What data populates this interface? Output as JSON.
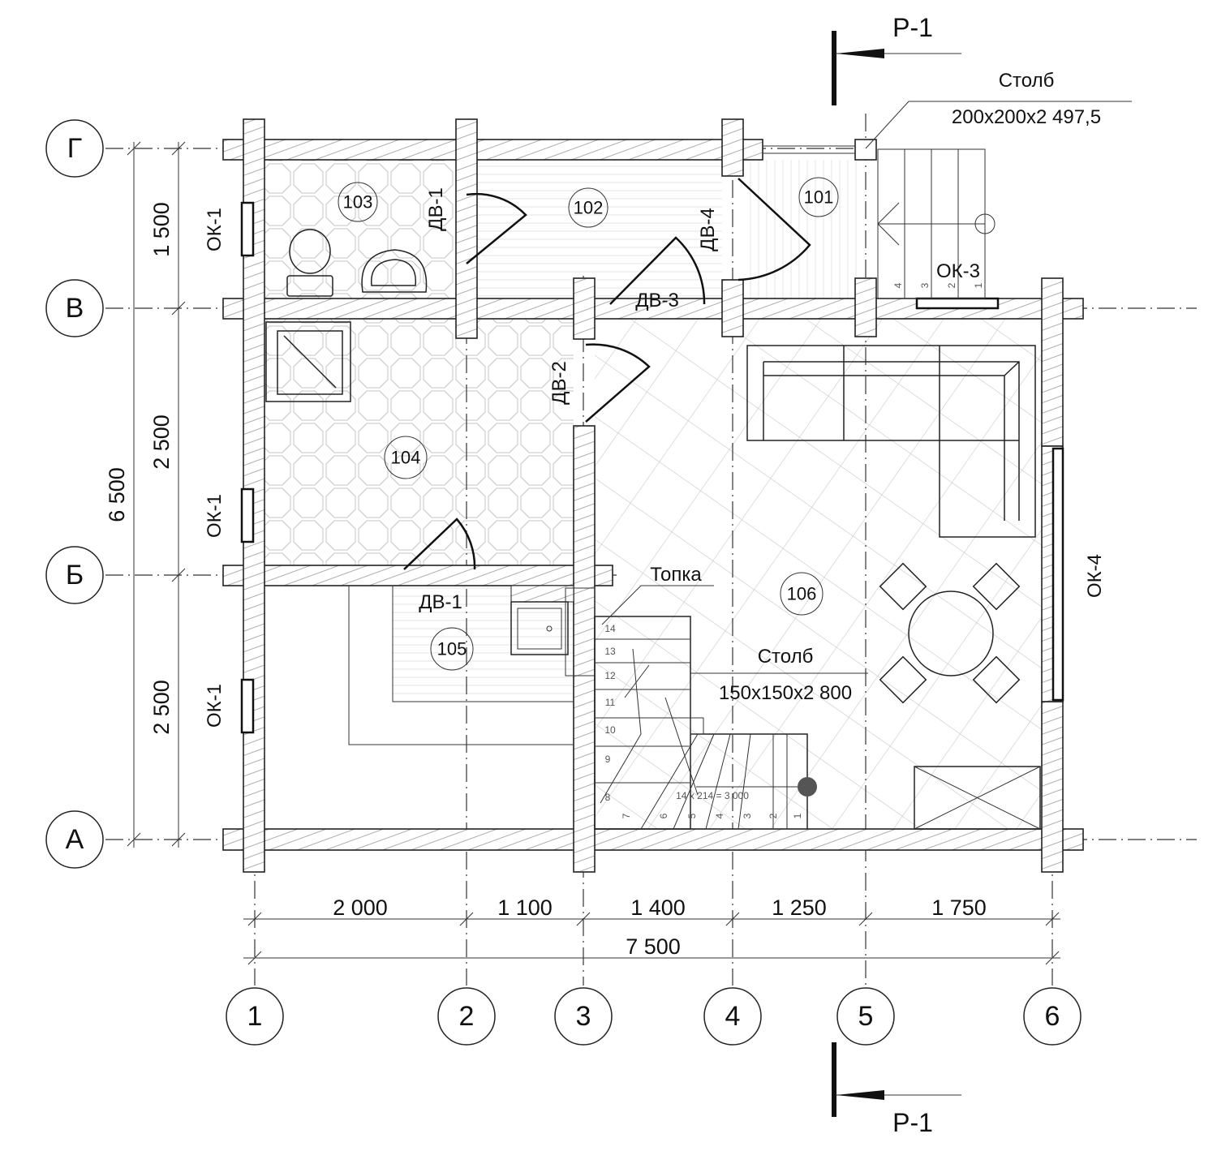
{
  "axes": {
    "rows": [
      "Г",
      "В",
      "Б",
      "А"
    ],
    "cols": [
      "1",
      "2",
      "3",
      "4",
      "5",
      "6"
    ]
  },
  "dimensions": {
    "vertical": [
      "1 500",
      "2 500",
      "2 500",
      "6 500"
    ],
    "horizontal": [
      "2 000",
      "1 100",
      "1 400",
      "1 250",
      "1 750"
    ],
    "total": "7 500"
  },
  "rooms": [
    "101",
    "102",
    "103",
    "104",
    "105",
    "106"
  ],
  "doors": {
    "dv1": "ДВ-1",
    "dv2": "ДВ-2",
    "dv3": "ДВ-3",
    "dv4": "ДВ-4"
  },
  "windows": {
    "ok1": "ОК-1",
    "ok3": "ОК-3",
    "ok4": "ОК-4"
  },
  "section": "Р-1",
  "labels": {
    "firebox": "Топка",
    "post1_title": "Столб",
    "post1_size": "200x200x2 497,5",
    "post2_title": "Столб",
    "post2_size": "150x150x2 800"
  },
  "stairs": {
    "main_steps": [
      "1",
      "2",
      "3",
      "4",
      "5",
      "6",
      "7",
      "8",
      "9",
      "10",
      "11",
      "12",
      "13",
      "14"
    ],
    "main_formula": "14 x 214 = 3 000",
    "porch_steps": [
      "1",
      "2",
      "3",
      "4"
    ]
  }
}
